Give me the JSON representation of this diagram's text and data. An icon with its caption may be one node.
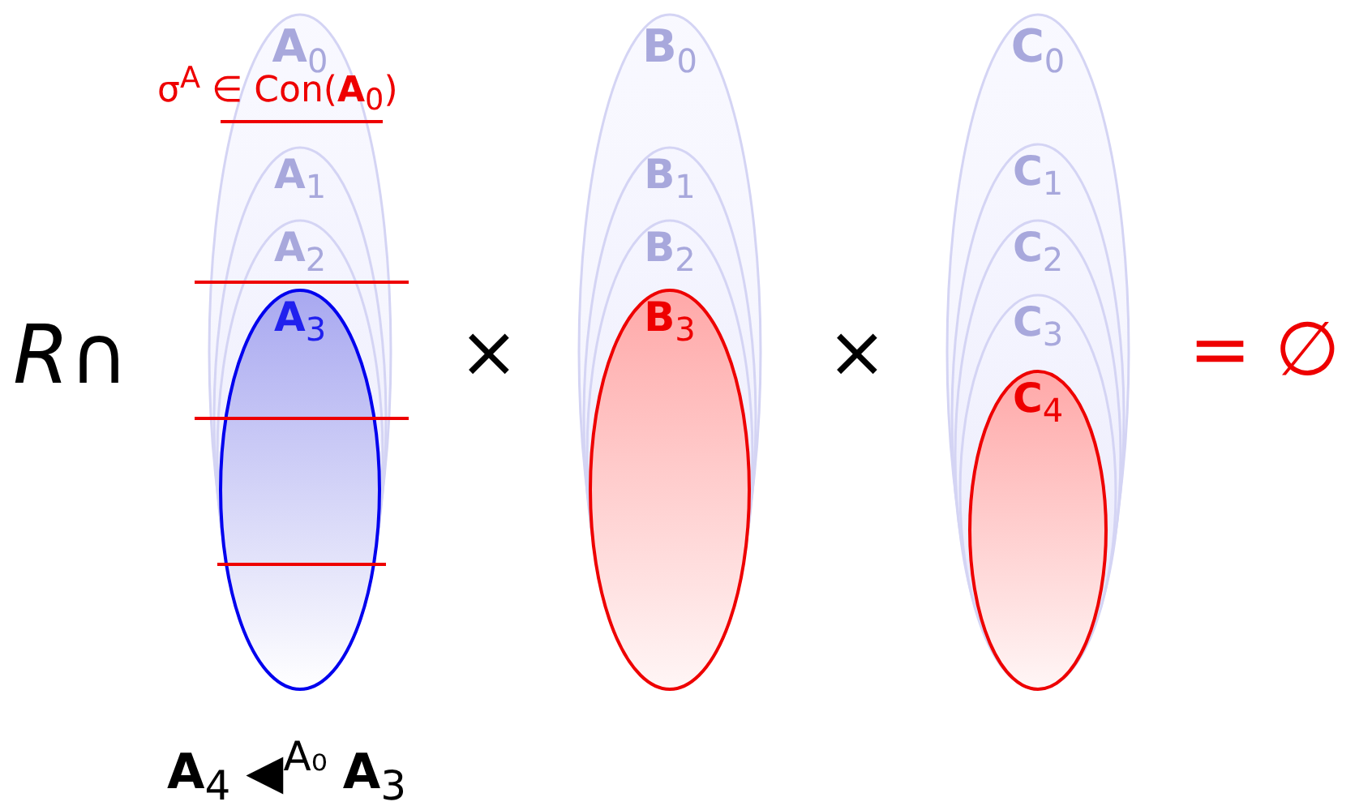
{
  "diagram": {
    "nodes": [
      {
        "text": [
          "**A**$_{0}$"
        ]
      },
      {
        "text": [
          "**A**$_{1}$"
        ],
        "in": 0
      },
      {
        "text": [
          "**A**$_{2}$"
        ],
        "in": 1
      },
      {
        "text": [
          "**A**$_{3}$"
        ],
        "in": 2
      },
      {
        "text": [
          "**B**$_{0}$"
        ]
      },
      {
        "text": [
          "**B**$_{1}$"
        ],
        "in": 4
      },
      {
        "text": [
          "**B**$_{2}$"
        ],
        "in": 5
      },
      {
        "text": [
          "**B**$_{3}$"
        ],
        "in": 6
      },
      {
        "text": [
          "**C**$_{0}$"
        ]
      },
      {
        "text": [
          "**C**$_{1}$"
        ],
        "in": 8
      },
      {
        "text": [
          "**C**$_{2}$"
        ],
        "in": 9
      },
      {
        "text": [
          "**C**$_{3}$"
        ],
        "in": 10
      },
      {
        "text": [
          "**C**$_{4}$"
        ],
        "in": 11
      }
    ],
    "labels": [
      "σ$^{A}$ ∈ Con(**A**$_{0}$)",
      "*R*∩",
      "×",
      "×",
      "= ∅",
      "**A**$_{4}$ ◀$^{A₀}$ **A**$_{3}$"
    ]
  }
}
